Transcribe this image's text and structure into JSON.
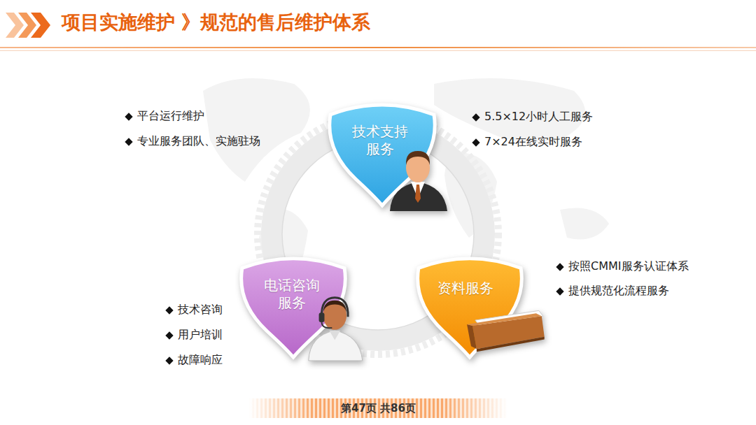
{
  "diagram": {
    "title": "项目实施维护 》规范的售后维护体系",
    "nodes": [
      {
        "text": [
          "技术支持 服务"
        ]
      },
      {
        "text": [
          "电话咨询 服务"
        ]
      },
      {
        "text": [
          "资料服务"
        ]
      }
    ],
    "labels": [
      "平台运行维护",
      "专业服务团队、实施驻场",
      "5.5×12小时人工服务",
      "7×24在线实时服务",
      "按照CMMI服务认证体系",
      "提供规范化流程服务",
      "技术咨询",
      "用户培训",
      "故障响应",
      "第47页 共86页"
    ]
  }
}
